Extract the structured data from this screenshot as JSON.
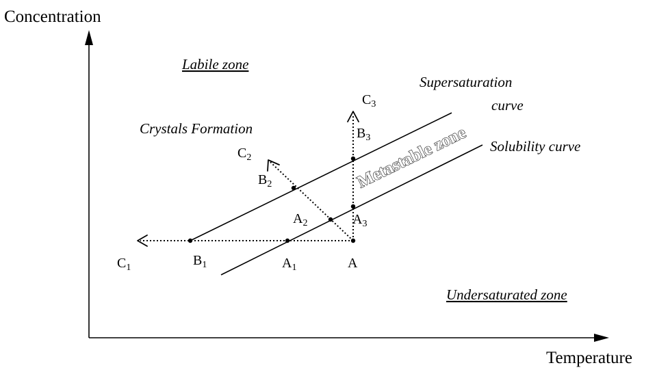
{
  "axes": {
    "y_label": "Concentration",
    "x_label": "Temperature"
  },
  "zones": {
    "labile": "Labile zone",
    "metastable": "Metastable zone",
    "undersaturated": "Undersaturated zone"
  },
  "annotations": {
    "crystals_formation": "Crystals Formation",
    "supersaturation_line1": "Supersaturation",
    "supersaturation_line2": "curve",
    "solubility": "Solubility curve"
  },
  "points": {
    "A": {
      "letter": "A",
      "sub": ""
    },
    "A1": {
      "letter": "A",
      "sub": "1"
    },
    "A2": {
      "letter": "A",
      "sub": "2"
    },
    "A3": {
      "letter": "A",
      "sub": "3"
    },
    "B1": {
      "letter": "B",
      "sub": "1"
    },
    "B2": {
      "letter": "B",
      "sub": "2"
    },
    "B3": {
      "letter": "B",
      "sub": "3"
    },
    "C1": {
      "letter": "C",
      "sub": "1"
    },
    "C2": {
      "letter": "C",
      "sub": "2"
    },
    "C3": {
      "letter": "C",
      "sub": "3"
    }
  }
}
